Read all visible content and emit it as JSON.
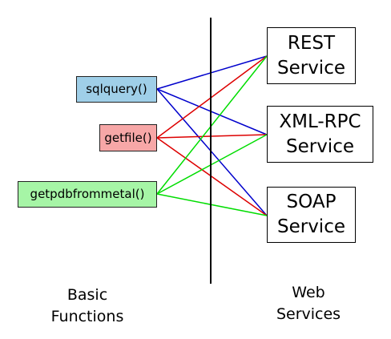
{
  "functions": [
    {
      "id": "sqlquery",
      "label": "sqlquery()",
      "fill": "#9fcfe8"
    },
    {
      "id": "getfile",
      "label": "getfile()",
      "fill": "#f7a7a7"
    },
    {
      "id": "getpdb",
      "label": "getpdbfrommetal()",
      "fill": "#a6f5a6"
    }
  ],
  "services": [
    {
      "id": "rest",
      "line1": "REST",
      "line2": "Service"
    },
    {
      "id": "xmlrpc",
      "line1": "XML-RPC",
      "line2": "Service"
    },
    {
      "id": "soap",
      "line1": "SOAP",
      "line2": "Service"
    }
  ],
  "connections": [
    {
      "from": "sqlquery",
      "to": "rest",
      "color": "#0000cc"
    },
    {
      "from": "sqlquery",
      "to": "xmlrpc",
      "color": "#0000cc"
    },
    {
      "from": "sqlquery",
      "to": "soap",
      "color": "#0000cc"
    },
    {
      "from": "getfile",
      "to": "rest",
      "color": "#dd0000"
    },
    {
      "from": "getfile",
      "to": "xmlrpc",
      "color": "#dd0000"
    },
    {
      "from": "getfile",
      "to": "soap",
      "color": "#dd0000"
    },
    {
      "from": "getpdb",
      "to": "rest",
      "color": "#00dd00"
    },
    {
      "from": "getpdb",
      "to": "xmlrpc",
      "color": "#00dd00"
    },
    {
      "from": "getpdb",
      "to": "soap",
      "color": "#00dd00"
    }
  ],
  "captions": {
    "left_line1": "Basic",
    "left_line2": "Functions",
    "right_line1": "Web",
    "right_line2": "Services"
  }
}
